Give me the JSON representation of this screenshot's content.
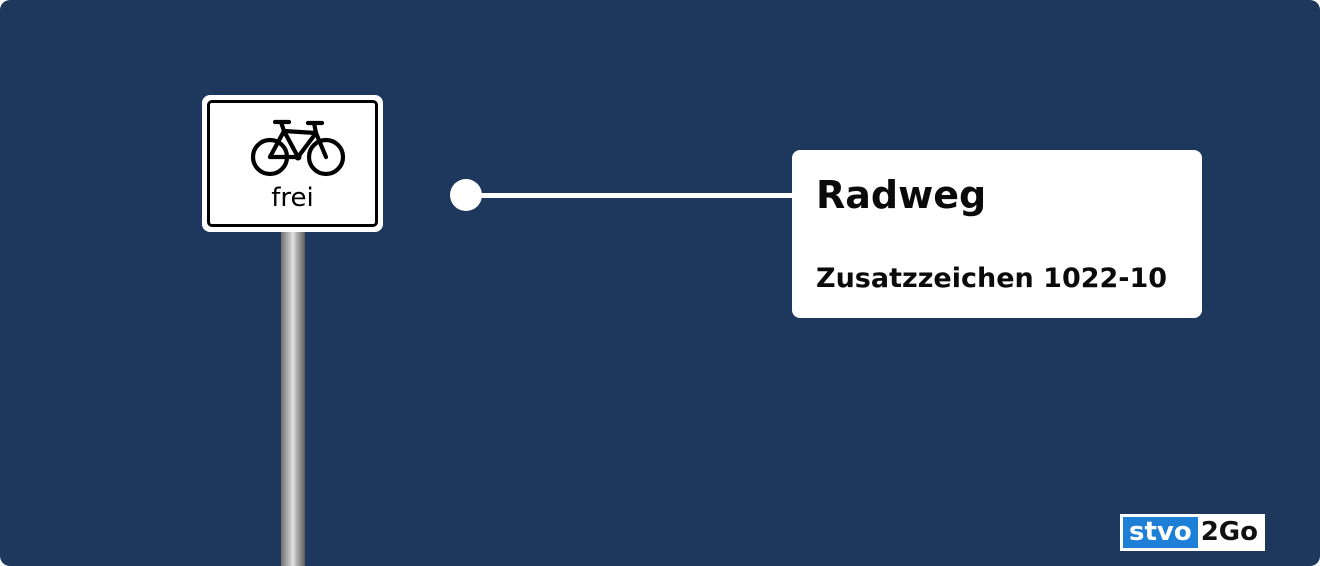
{
  "colors": {
    "background": "#1e375c",
    "panel": "#ffffff",
    "text": "#0a0a0a",
    "logo_accent": "#1e7fd6"
  },
  "sign": {
    "icon": "bicycle-icon",
    "text": "frei"
  },
  "card": {
    "title": "Radweg",
    "subtitle": "Zusatzzeichen 1022-10"
  },
  "logo": {
    "part1": "stvo",
    "part2": "2Go"
  }
}
